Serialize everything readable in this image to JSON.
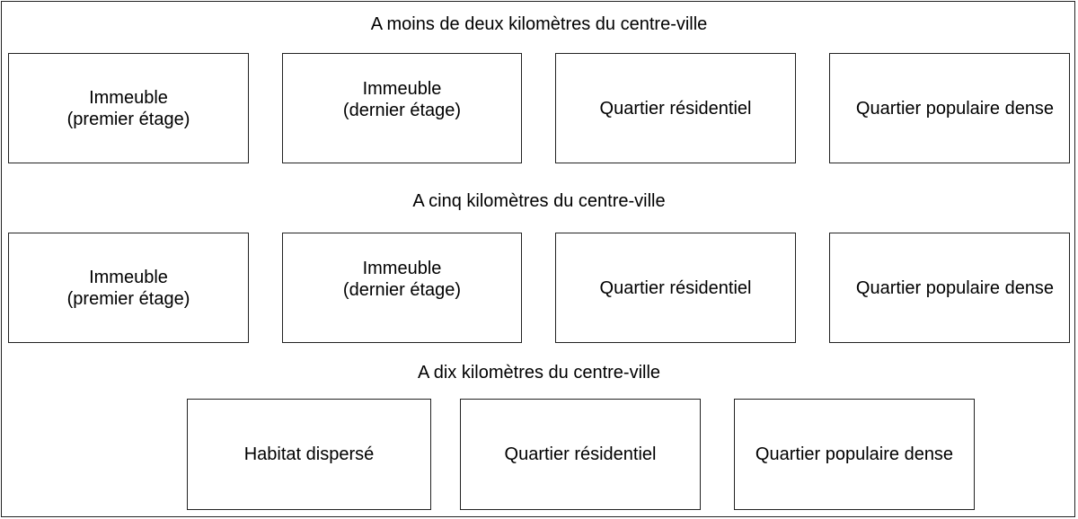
{
  "rows": [
    {
      "heading": "A moins de deux kilomètres du centre-ville",
      "boxes": [
        {
          "line1": "Immeuble",
          "line2": "(premier étage)"
        },
        {
          "line1": "Immeuble",
          "line2": "(dernier étage)"
        },
        {
          "line1": "Quartier résidentiel"
        },
        {
          "line1": "Quartier populaire dense"
        }
      ]
    },
    {
      "heading": "A cinq kilomètres du centre-ville",
      "boxes": [
        {
          "line1": "Immeuble",
          "line2": "(premier étage)"
        },
        {
          "line1": "Immeuble",
          "line2": "(dernier étage)"
        },
        {
          "line1": "Quartier résidentiel"
        },
        {
          "line1": "Quartier populaire dense"
        }
      ]
    },
    {
      "heading": "A dix kilomètres du centre-ville",
      "boxes": [
        {
          "line1": "Habitat dispersé"
        },
        {
          "line1": "Quartier résidentiel"
        },
        {
          "line1": "Quartier populaire dense"
        }
      ]
    }
  ]
}
